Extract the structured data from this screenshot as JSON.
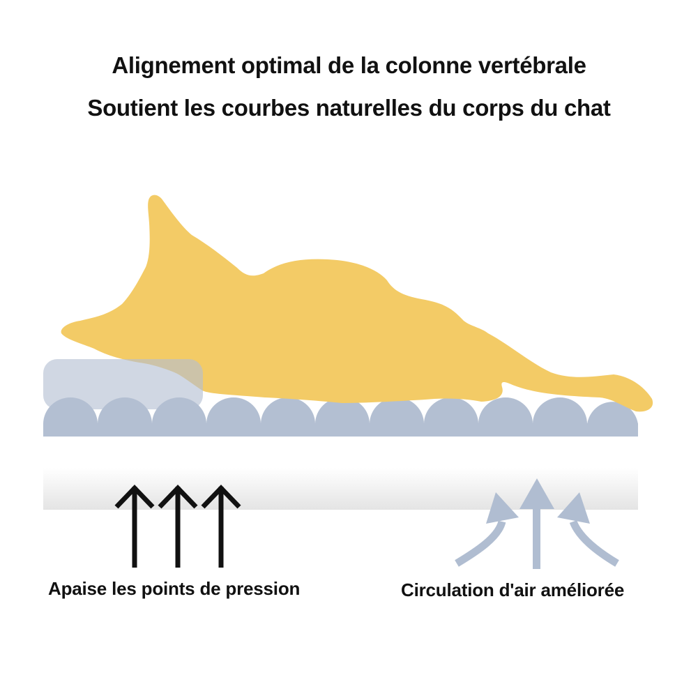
{
  "header": {
    "title_line_1": "Alignement optimal de la colonne vertébrale",
    "title_line_2": "Soutient les courbes naturelles du corps du chat"
  },
  "illustration": {
    "subject": "cat-lying-on-bed",
    "colors": {
      "cat": "#f3cb66",
      "pillow": "#cfd6e2",
      "mattress": "#b3bfd2",
      "pressure_arrows": "#111111",
      "air_arrows": "#b0bdd1",
      "base_gradient_top": "#ffffff",
      "base_gradient_bottom": "#e4e4e4"
    },
    "mattress_scallop_count": 11
  },
  "features": [
    {
      "icon": "pressure-arrows-icon",
      "label": "Apaise les points de pression"
    },
    {
      "icon": "airflow-arrows-icon",
      "label": "Circulation d'air améliorée"
    }
  ]
}
